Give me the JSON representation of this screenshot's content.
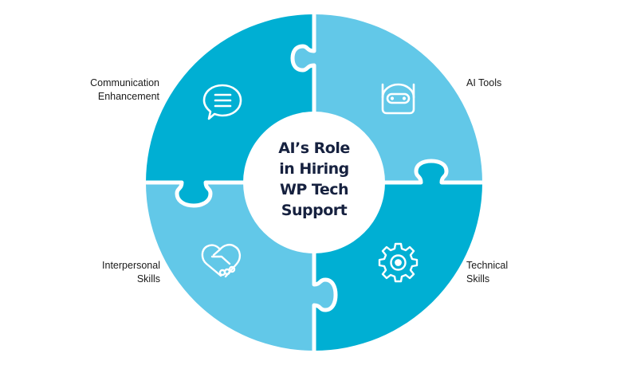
{
  "center": {
    "title_lines": [
      "AI’s Role",
      "in Hiring",
      "WP Tech",
      "Support"
    ]
  },
  "segments": [
    {
      "id": "communication",
      "label_lines": [
        "Communication",
        "Enhancement"
      ],
      "icon": "speech-bubble-icon",
      "color": "#00AFD3"
    },
    {
      "id": "ai-tools",
      "label_lines": [
        "AI Tools"
      ],
      "icon": "robot-icon",
      "color": "#62C8E8"
    },
    {
      "id": "technical",
      "label_lines": [
        "Technical",
        "Skills"
      ],
      "icon": "gear-icon",
      "color": "#00AFD3"
    },
    {
      "id": "interpersonal",
      "label_lines": [
        "Interpersonal",
        "Skills"
      ],
      "icon": "handshake-heart-icon",
      "color": "#62C8E8"
    }
  ],
  "colors": {
    "dark": "#00AFD3",
    "light": "#62C8E8",
    "title": "#16213F",
    "background": "#FFFFFF"
  }
}
